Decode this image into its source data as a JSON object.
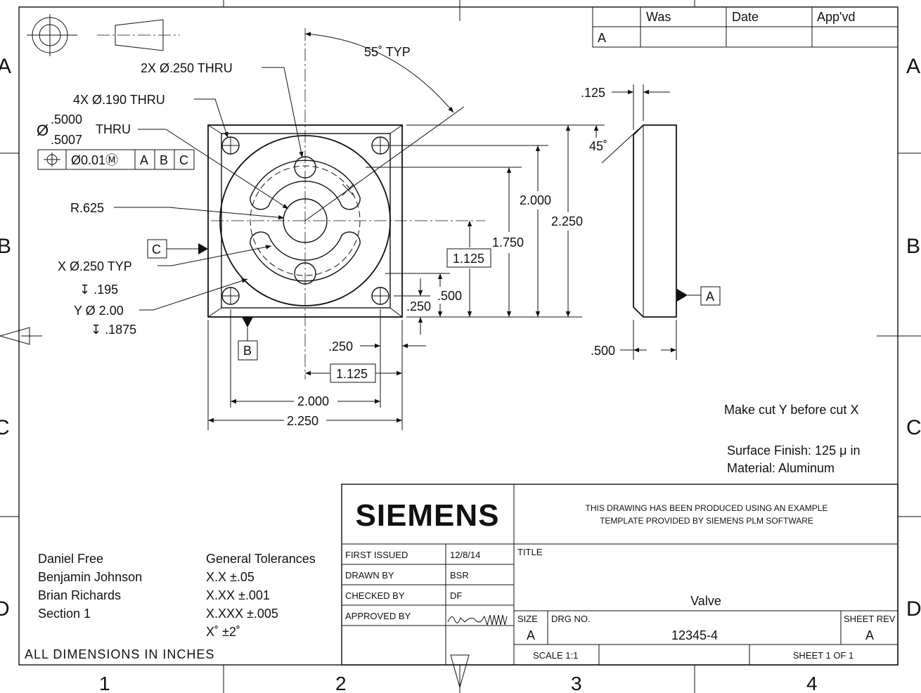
{
  "revision_table": {
    "headers": [
      "Was",
      "Date",
      "App'vd"
    ],
    "row_label": "A"
  },
  "zone_markers": {
    "rows": [
      "A",
      "B",
      "C",
      "D"
    ],
    "columns": [
      "1",
      "2",
      "3",
      "4"
    ]
  },
  "callouts": {
    "angle_typ": "55˚ TYP",
    "two_x_thru": "2X Ø.250 THRU",
    "four_x_thru": "4X Ø.190 THRU",
    "bore_upper": ".5000",
    "bore_lower": ".5007",
    "bore_thru": "THRU",
    "bore_symbol": "Ø",
    "fcf_tolerance": "Ø0.01Ⓜ",
    "fcf_datum_a": "A",
    "fcf_datum_b": "B",
    "fcf_datum_c": "C",
    "radius": "R.625",
    "x_slot": "X Ø.250 TYP",
    "x_depth": ".195",
    "y_counterbore": "Y Ø 2.00",
    "y_depth": ".1875",
    "chamfer": "45˚"
  },
  "datums": {
    "a": "A",
    "b": "B",
    "c": "C"
  },
  "dimensions": {
    "width_bolt": "2.000",
    "width_overall": "2.250",
    "height_bolt": "2.000",
    "height_overall": "2.250",
    "height_slot": "1.750",
    "basic_center_v": "1.125",
    "basic_center_h": "1.125",
    "offset_250_v": ".250",
    "offset_500_v": ".500",
    "offset_250_h": ".250",
    "side_chamfer_width": ".125",
    "side_thickness": ".500"
  },
  "notes": {
    "cut_order": "Make cut Y before cut X",
    "surface_finish": "Surface Finish: 125 μ in",
    "material": "Material: Aluminum"
  },
  "people": {
    "names": [
      "Daniel Free",
      "Benjamin Johnson",
      "Brian Richards",
      "Section 1"
    ]
  },
  "tolerances": {
    "heading": "General Tolerances",
    "lines": [
      "X.X ±.05",
      "X.XX ±.001",
      "X.XXX ±.005",
      "X˚ ±2˚"
    ]
  },
  "units_note": "ALL DIMENSIONS IN INCHES",
  "title_block": {
    "logo": "SIEMENS",
    "disclaimer_line1": "THIS DRAWING HAS BEEN PRODUCED USING AN EXAMPLE",
    "disclaimer_line2": "TEMPLATE PROVIDED BY SIEMENS PLM SOFTWARE",
    "first_issued_label": "FIRST ISSUED",
    "first_issued_value": "12/8/14",
    "drawn_by_label": "DRAWN BY",
    "drawn_by_value": "BSR",
    "checked_by_label": "CHECKED BY",
    "checked_by_value": "DF",
    "approved_by_label": "APPROVED BY",
    "title_label": "TITLE",
    "title_value": "Valve",
    "size_label": "SIZE",
    "size_value": "A",
    "drg_no_label": "DRG NO.",
    "drg_no_value": "12345-4",
    "sheet_rev_label": "SHEET REV",
    "sheet_rev_value": "A",
    "scale": "SCALE 1:1",
    "sheet": "SHEET 1 OF 1"
  }
}
